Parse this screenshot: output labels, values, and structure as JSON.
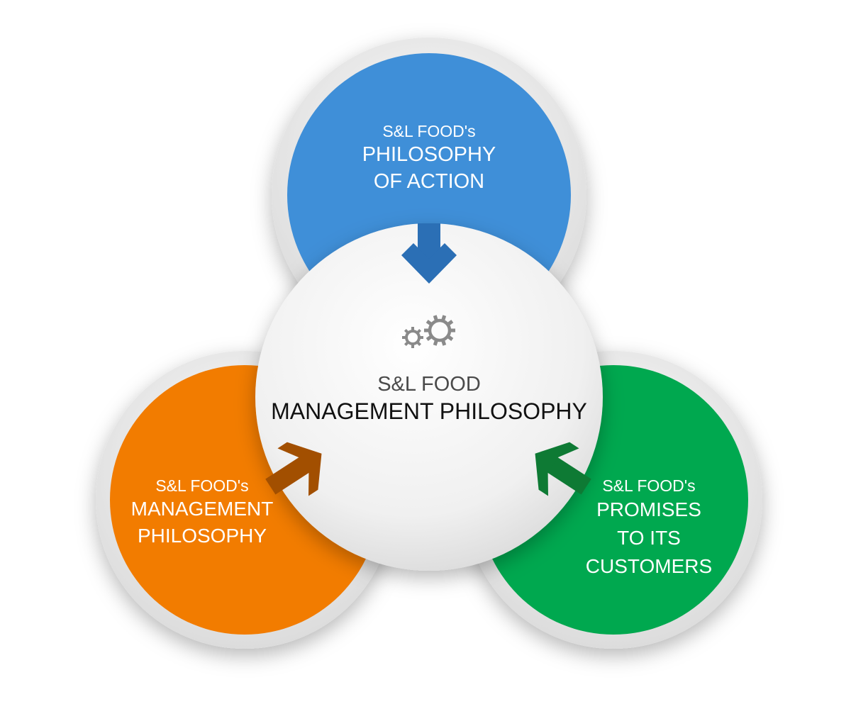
{
  "center": {
    "subtitle": "S&L FOOD",
    "title": "MANAGEMENT PHILOSOPHY",
    "icon": "gears-icon"
  },
  "circles": {
    "action": {
      "prefix": "S&L FOOD's",
      "line1": "PHILOSOPHY",
      "line2": "OF ACTION",
      "color": "#3f8fd8"
    },
    "management": {
      "prefix": "S&L FOOD's",
      "line1": "MANAGEMENT",
      "line2": "PHILOSOPHY",
      "color": "#f27c00"
    },
    "promises": {
      "prefix": "S&L FOOD's",
      "line1": "PROMISES",
      "line2": "TO ITS",
      "line3": "CUSTOMERS",
      "color": "#00a84f"
    }
  },
  "arrows": {
    "action_color": "#2b6fb5",
    "management_color": "#a24f00",
    "promises_color": "#0e7a34"
  },
  "center_color": "#f2f2f2",
  "ring_color": "#ececec"
}
